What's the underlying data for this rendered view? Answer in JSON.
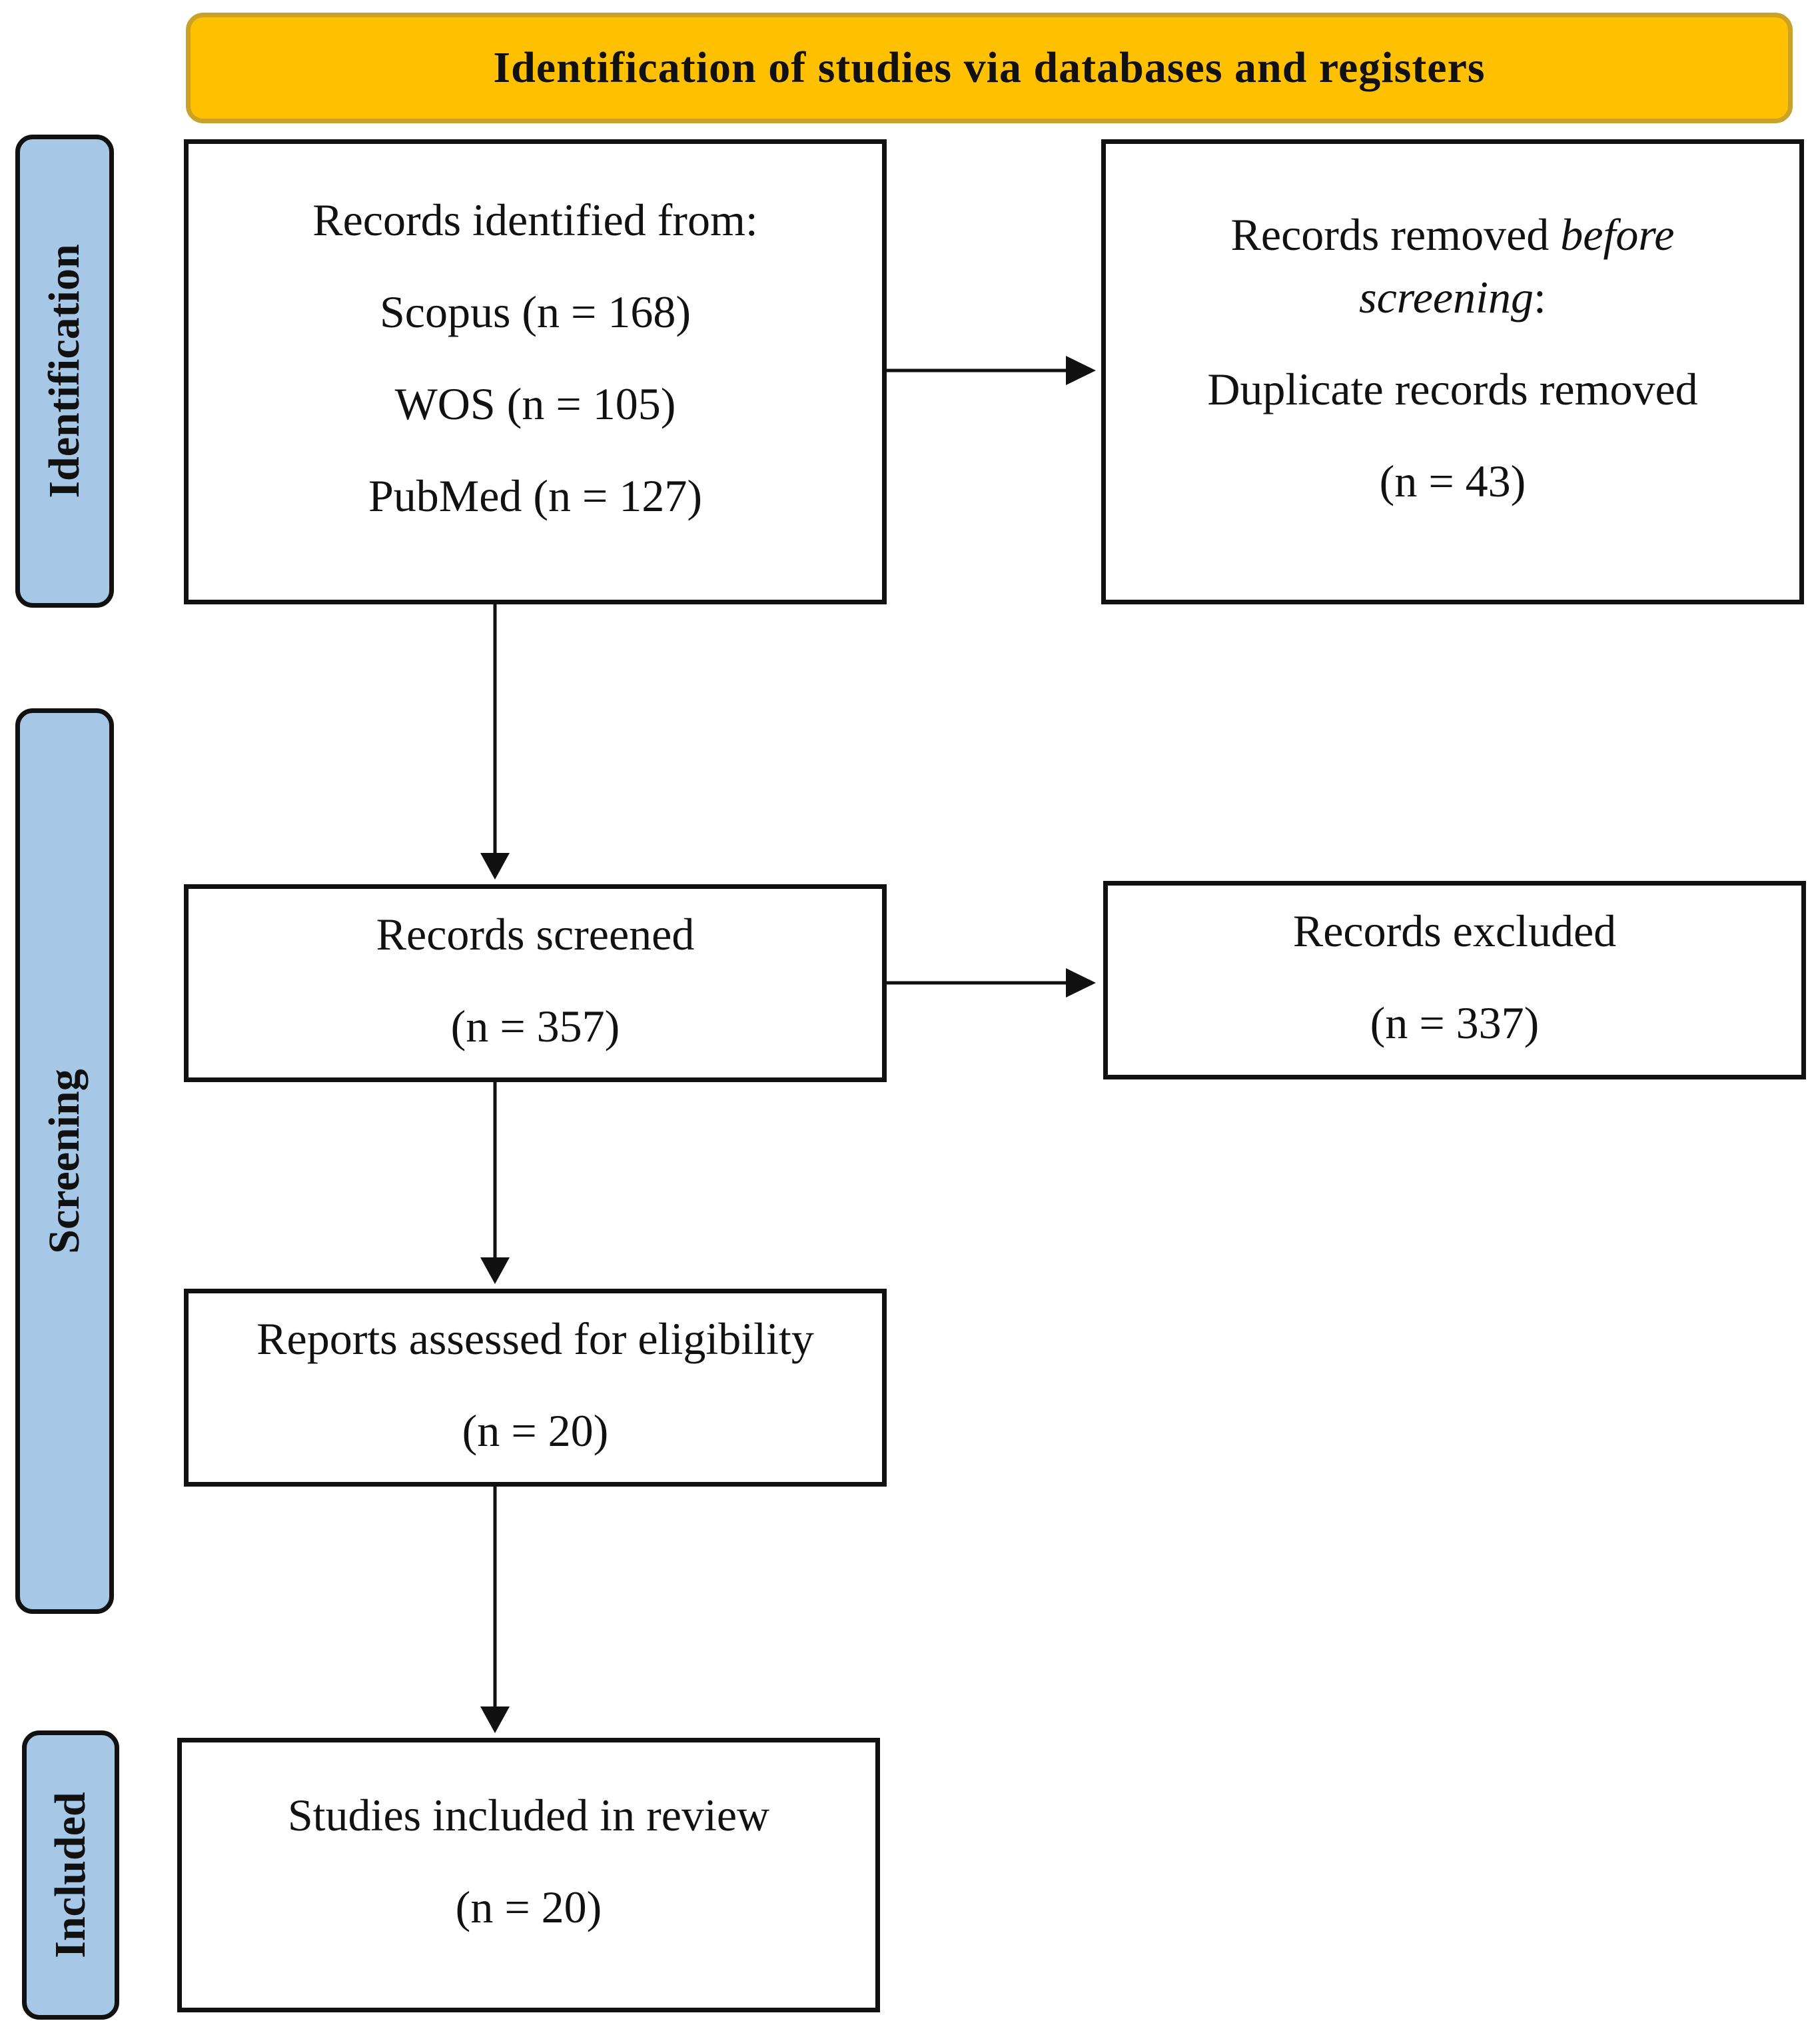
{
  "header": {
    "title": "Identification of studies via databases and registers"
  },
  "phases": {
    "identification": "Identification",
    "screening": "Screening",
    "included": "Included"
  },
  "boxes": {
    "identified": {
      "title": "Records identified from:",
      "sources": [
        {
          "label": "Scopus (n = 168)"
        },
        {
          "label": "WOS (n = 105)"
        },
        {
          "label": "PubMed (n = 127)"
        }
      ]
    },
    "removed": {
      "title_prefix": "Records removed ",
      "title_italic": "before",
      "title_italic2": "screening",
      "title_suffix": ":",
      "detail": "Duplicate records removed",
      "count": "(n = 43)"
    },
    "screened": {
      "title": "Records screened",
      "count": "(n = 357)"
    },
    "excluded": {
      "title": "Records excluded",
      "count": "(n = 337)"
    },
    "assessed": {
      "title": "Reports assessed for eligibility",
      "count": "(n = 20)"
    },
    "included": {
      "title": "Studies included in review",
      "count": "(n = 20)"
    }
  },
  "colors": {
    "header_fill": "#FFC000",
    "header_border": "#C9A227",
    "phase_fill": "#A7C7E7",
    "line": "#111111"
  }
}
